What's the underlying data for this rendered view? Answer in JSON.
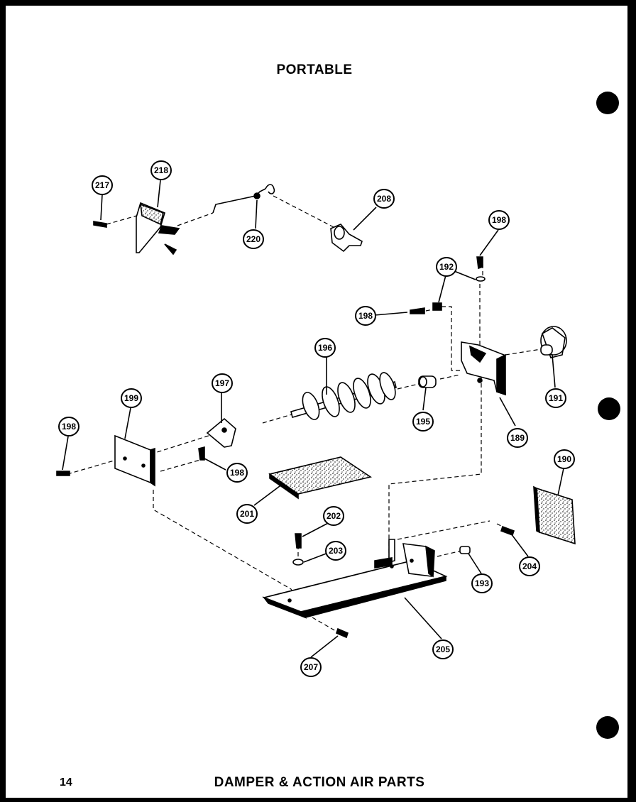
{
  "header": {
    "title": "PORTABLE"
  },
  "footer": {
    "page_number": "14",
    "caption": "DAMPER & ACTION AIR PARTS"
  },
  "callouts": [
    {
      "id": "c217",
      "label": "217"
    },
    {
      "id": "c218",
      "label": "218"
    },
    {
      "id": "c220",
      "label": "220"
    },
    {
      "id": "c208",
      "label": "208"
    },
    {
      "id": "c198a",
      "label": "198"
    },
    {
      "id": "c192",
      "label": "192"
    },
    {
      "id": "c198b",
      "label": "198"
    },
    {
      "id": "c196",
      "label": "196"
    },
    {
      "id": "c197",
      "label": "197"
    },
    {
      "id": "c199",
      "label": "199"
    },
    {
      "id": "c198c",
      "label": "198"
    },
    {
      "id": "c198d",
      "label": "198"
    },
    {
      "id": "c195",
      "label": "195"
    },
    {
      "id": "c191",
      "label": "191"
    },
    {
      "id": "c189",
      "label": "189"
    },
    {
      "id": "c190",
      "label": "190"
    },
    {
      "id": "c201",
      "label": "201"
    },
    {
      "id": "c202",
      "label": "202"
    },
    {
      "id": "c203",
      "label": "203"
    },
    {
      "id": "c204",
      "label": "204"
    },
    {
      "id": "c193",
      "label": "193"
    },
    {
      "id": "c205",
      "label": "205"
    },
    {
      "id": "c207",
      "label": "207"
    }
  ]
}
